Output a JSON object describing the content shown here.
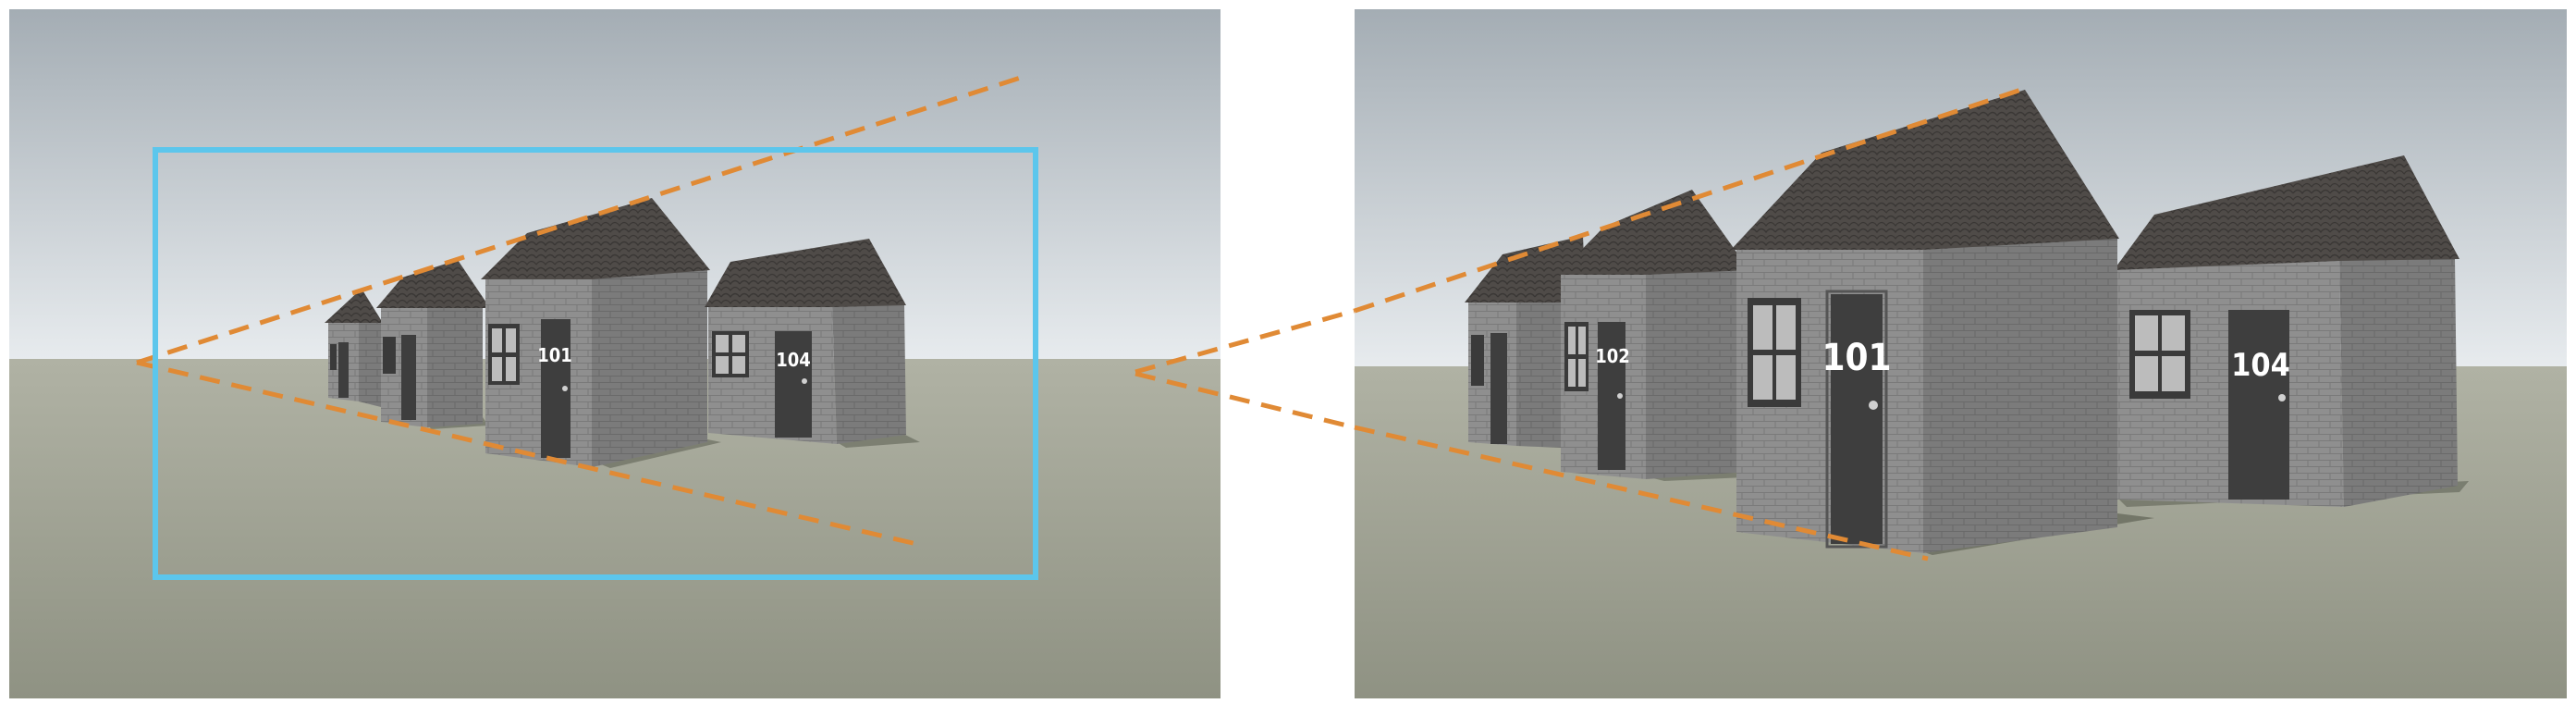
{
  "colors": {
    "sky_top": "#a4adb4",
    "sky_bottom": "#e7ebee",
    "ground_top": "#b0b2a4",
    "ground_bottom": "#8f9283",
    "perspective_lines": "#e08a35",
    "frame": "#5cc6ec",
    "wall_front": "#8f8f8f",
    "wall_side": "#7b7b7b",
    "roof": "#4f4b48",
    "door": "#3e3e3e",
    "window_frame": "#3a3a3a",
    "window_pane": "#bcbcbc",
    "door_number_text": "#ffffff"
  },
  "left_panel": {
    "houses": [
      {
        "door_number": ""
      },
      {
        "door_number": ""
      },
      {
        "door_number": "101"
      },
      {
        "door_number": "104"
      }
    ]
  },
  "right_panel": {
    "houses": [
      {
        "door_number": ""
      },
      {
        "door_number": "102"
      },
      {
        "door_number": "101"
      },
      {
        "door_number": "104"
      }
    ]
  }
}
